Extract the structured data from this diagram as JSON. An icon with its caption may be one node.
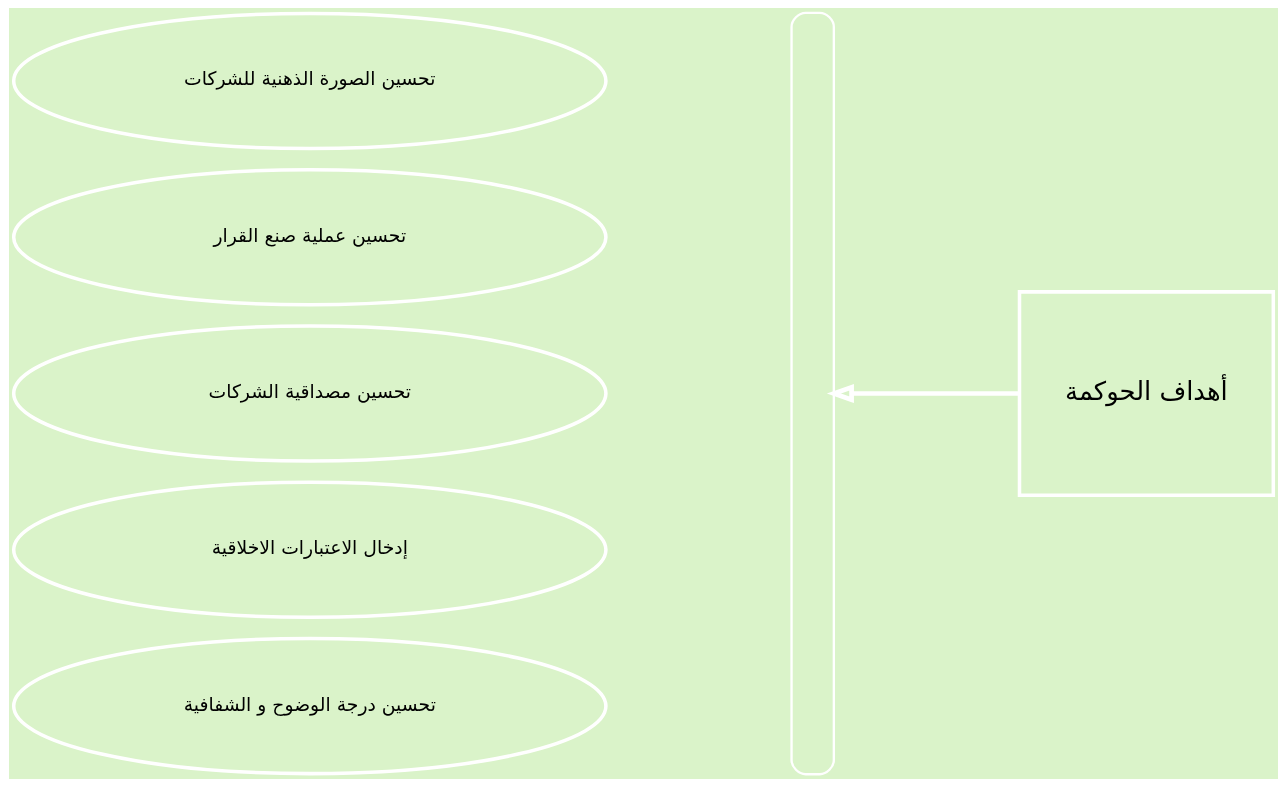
{
  "diagram": {
    "nodes": [
      {
        "text": [
          "أهداف الحوكمة"
        ]
      },
      {
        "text": [],
        "shape": "bar"
      },
      {
        "text": [
          "تحسين الصورة الذهنية للشركات"
        ]
      },
      {
        "text": [
          "تحسين عملية صنع القرار"
        ]
      },
      {
        "text": [
          "تحسين مصداقية الشركات"
        ]
      },
      {
        "text": [
          "إدخال الاعتبارات الاخلاقية"
        ]
      },
      {
        "text": [
          "تحسين درجة الوضوح و الشفافية"
        ]
      }
    ],
    "edges": [
      {
        "from": 0,
        "to": 1,
        "arrow": "to"
      }
    ]
  }
}
